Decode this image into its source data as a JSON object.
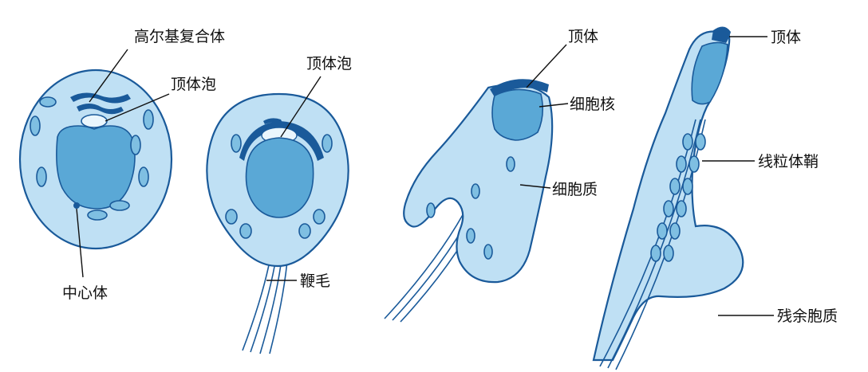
{
  "colors": {
    "cytoplasm": "#bfe0f4",
    "nucleus": "#5aa8d6",
    "outline": "#1a5a9a",
    "label": "#111111"
  },
  "stage1": {
    "golgi_label": "高尔基复合体",
    "vesicle_label": "顶体泡",
    "centriole_label": "中心体"
  },
  "stage2": {
    "vesicle_label": "顶体泡",
    "flagellum_label": "鞭毛"
  },
  "stage3": {
    "acrosome_label": "顶体",
    "nucleus_label": "细胞核",
    "cytoplasm_label": "细胞质"
  },
  "stage4": {
    "acrosome_label": "顶体",
    "mito_sheath_label": "线粒体鞘",
    "residual_label": "残余胞质"
  }
}
